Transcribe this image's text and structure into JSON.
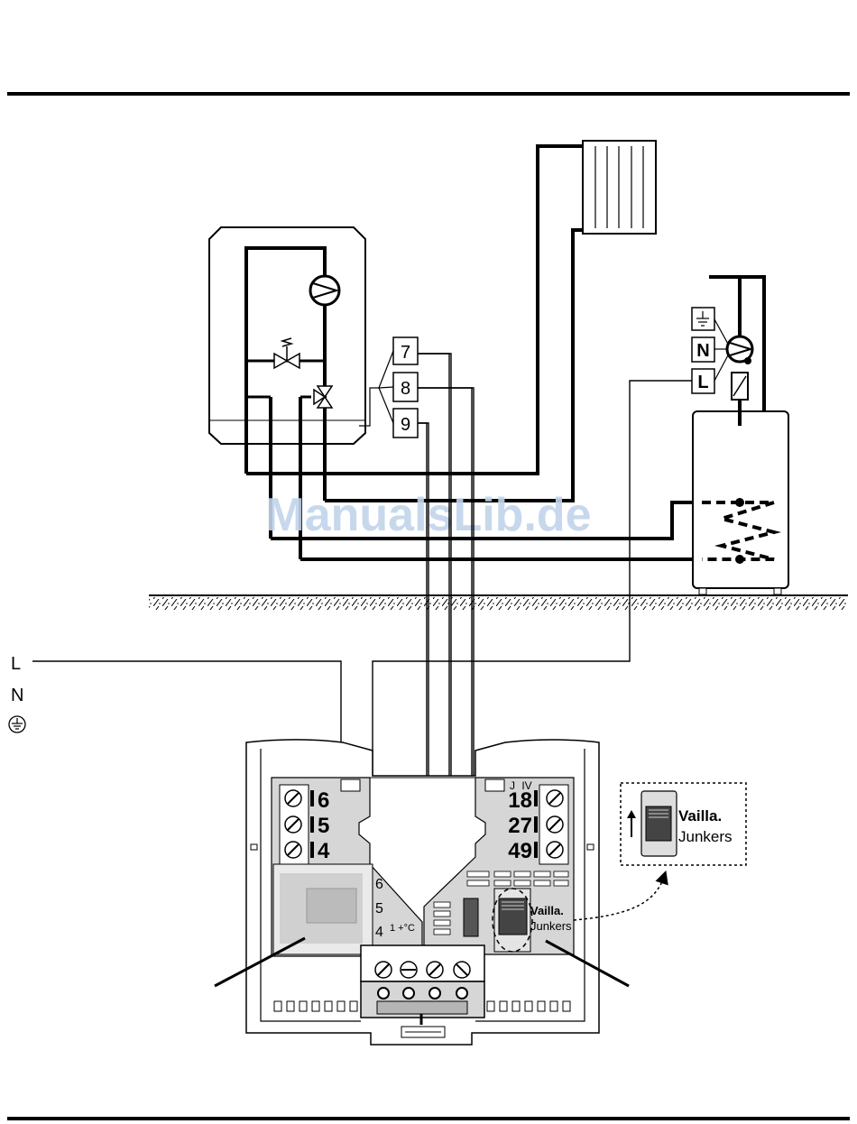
{
  "watermark": "ManualsLib.de",
  "terminals": {
    "t7": "7",
    "t8": "8",
    "t9": "9"
  },
  "pump_terminals": {
    "earth": "⏚",
    "n": "N",
    "l": "L"
  },
  "mains": {
    "l": "L",
    "n": "N",
    "earth": "⏚"
  },
  "left_block": {
    "t6": "6",
    "t5": "5",
    "t4": "4"
  },
  "right_block": {
    "t18": "18",
    "t27": "27",
    "t49": "49",
    "jumper_j": "J",
    "jumper_iv": "IV"
  },
  "relay": {
    "c6": "6",
    "c5": "5",
    "c4": "4",
    "note": "1 +°C"
  },
  "switch_label": {
    "line1": "Vailla.",
    "line2": "Junkers"
  },
  "inset_label": {
    "line1": "Vailla.",
    "line2": "Junkers"
  }
}
